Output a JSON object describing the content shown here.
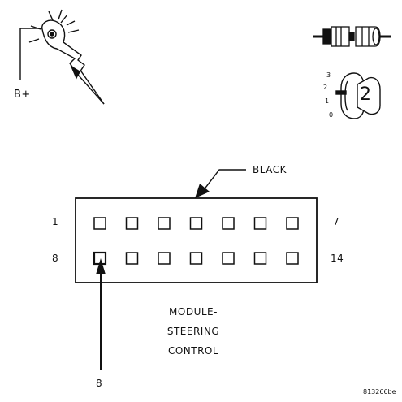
{
  "probe": {
    "supply_label": "B+"
  },
  "key_switch": {
    "positions": [
      "3",
      "2",
      "1",
      "0"
    ],
    "selected": "2"
  },
  "connector": {
    "color_label": "BLACK",
    "top_row_start": "1",
    "top_row_end": "7",
    "bottom_row_start": "8",
    "bottom_row_end": "14",
    "cavities_per_row": 7,
    "highlighted_cavity": 8,
    "pointer_label": "8"
  },
  "module_title": [
    "MODULE-",
    "STEERING",
    "CONTROL"
  ],
  "figure_code": "813266be"
}
